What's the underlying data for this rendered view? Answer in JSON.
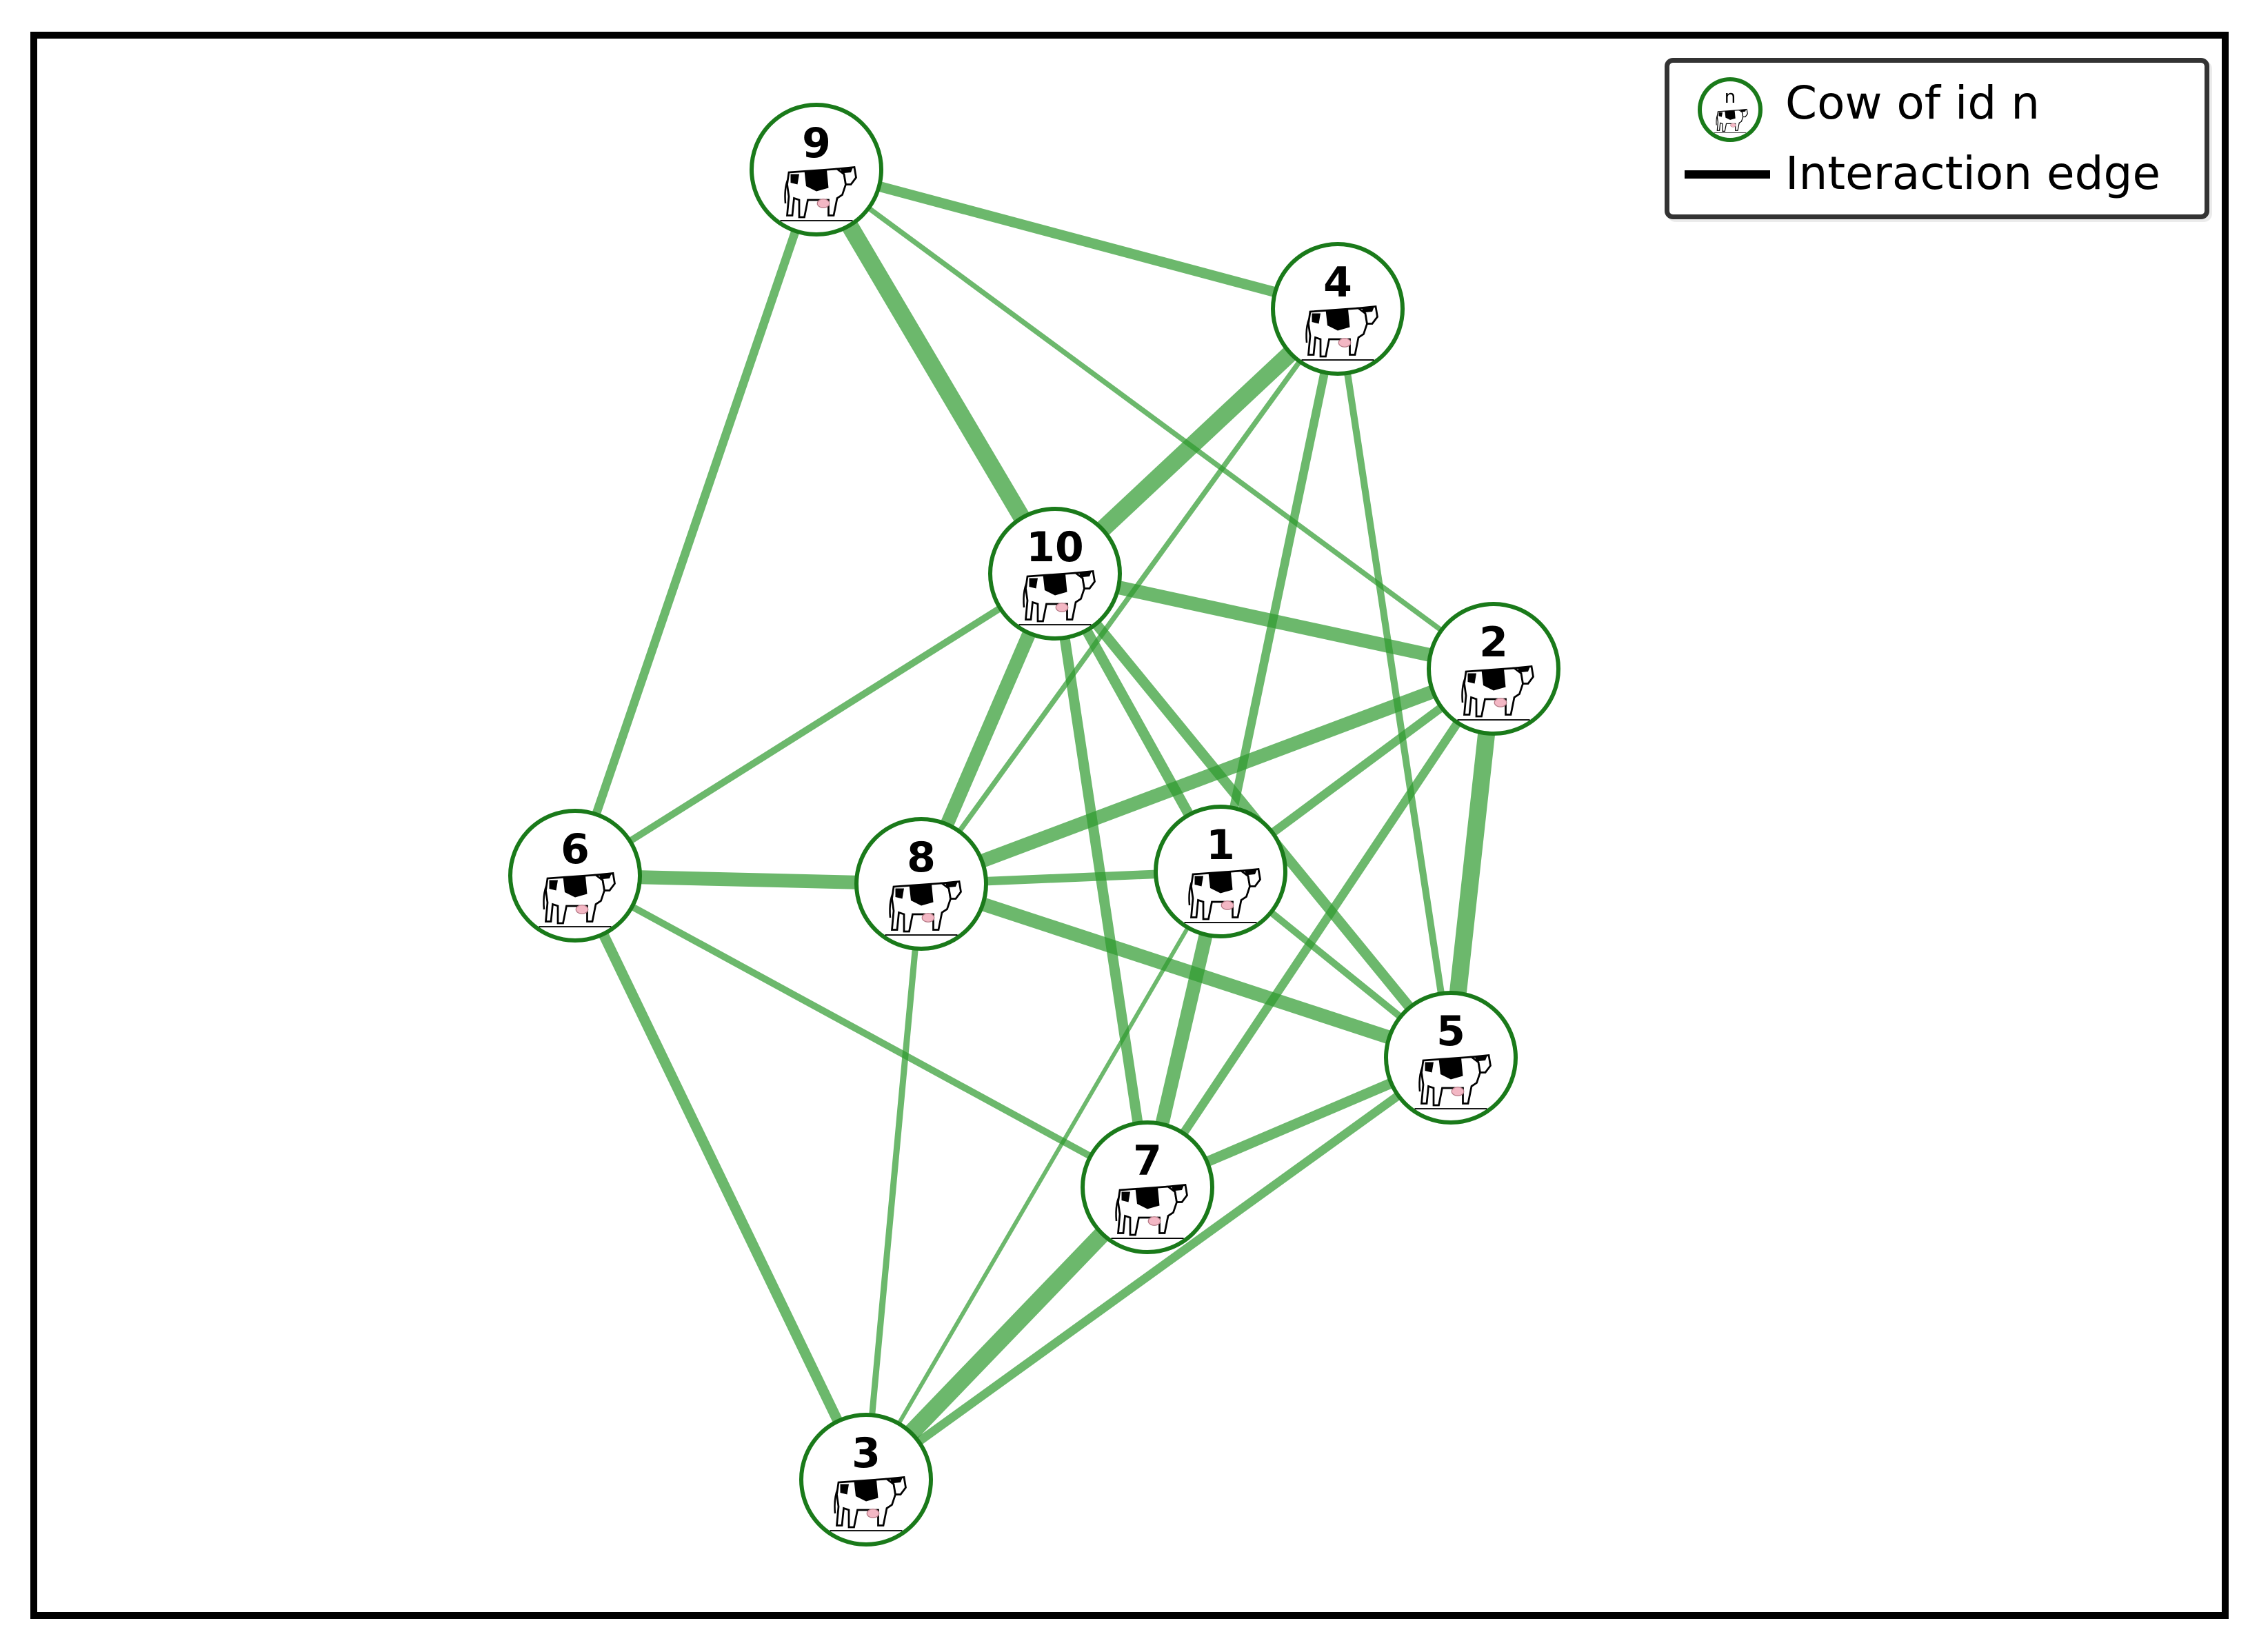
{
  "graph": {
    "nodes": [
      {
        "id": "9",
        "label": "9"
      },
      {
        "id": "4",
        "label": "4"
      },
      {
        "id": "10",
        "label": "10"
      },
      {
        "id": "2",
        "label": "2"
      },
      {
        "id": "6",
        "label": "6"
      },
      {
        "id": "8",
        "label": "8"
      },
      {
        "id": "1",
        "label": "1"
      },
      {
        "id": "5",
        "label": "5"
      },
      {
        "id": "7",
        "label": "7"
      },
      {
        "id": "3",
        "label": "3"
      }
    ],
    "edges": [
      {
        "source": "9",
        "target": "10",
        "weight": 5
      },
      {
        "source": "9",
        "target": "4",
        "weight": 3
      },
      {
        "source": "9",
        "target": "6",
        "weight": 2.5
      },
      {
        "source": "9",
        "target": "2",
        "weight": 1.5
      },
      {
        "source": "4",
        "target": "10",
        "weight": 5
      },
      {
        "source": "4",
        "target": "8",
        "weight": 1.5
      },
      {
        "source": "4",
        "target": "1",
        "weight": 2.5
      },
      {
        "source": "4",
        "target": "5",
        "weight": 2
      },
      {
        "source": "10",
        "target": "2",
        "weight": 4
      },
      {
        "source": "10",
        "target": "8",
        "weight": 4
      },
      {
        "source": "10",
        "target": "6",
        "weight": 2
      },
      {
        "source": "10",
        "target": "1",
        "weight": 3
      },
      {
        "source": "10",
        "target": "5",
        "weight": 3
      },
      {
        "source": "10",
        "target": "7",
        "weight": 3
      },
      {
        "source": "2",
        "target": "8",
        "weight": 4
      },
      {
        "source": "2",
        "target": "1",
        "weight": 2.5
      },
      {
        "source": "2",
        "target": "5",
        "weight": 5
      },
      {
        "source": "2",
        "target": "7",
        "weight": 2.5
      },
      {
        "source": "6",
        "target": "8",
        "weight": 4
      },
      {
        "source": "6",
        "target": "7",
        "weight": 2
      },
      {
        "source": "6",
        "target": "3",
        "weight": 3
      },
      {
        "source": "8",
        "target": "1",
        "weight": 2.5
      },
      {
        "source": "8",
        "target": "5",
        "weight": 4
      },
      {
        "source": "8",
        "target": "3",
        "weight": 1.8
      },
      {
        "source": "1",
        "target": "7",
        "weight": 4
      },
      {
        "source": "1",
        "target": "5",
        "weight": 2
      },
      {
        "source": "1",
        "target": "3",
        "weight": 1.2
      },
      {
        "source": "5",
        "target": "7",
        "weight": 3
      },
      {
        "source": "5",
        "target": "3",
        "weight": 2.5
      },
      {
        "source": "7",
        "target": "3",
        "weight": 5
      }
    ],
    "colors": {
      "edge": "#2e9a2e",
      "node_border": "#1a7a1a",
      "node_fill": "#ffffff"
    },
    "node_icon": "cow-icon"
  },
  "legend": {
    "items": [
      {
        "symbol": "cow-node-icon",
        "node_text": "n",
        "label": "Cow of id n"
      },
      {
        "symbol": "line",
        "label": "Interaction edge"
      }
    ]
  }
}
